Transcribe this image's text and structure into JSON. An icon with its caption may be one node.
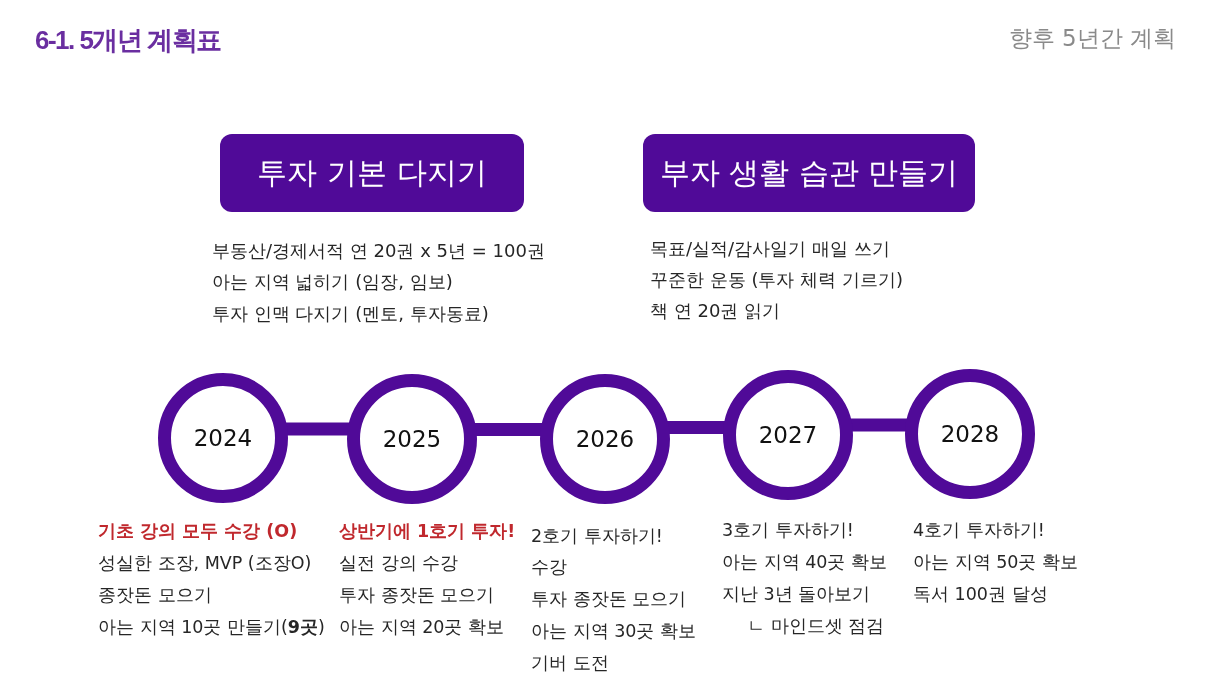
{
  "diagram": {
    "title": "6-1. 5개년 계획표",
    "nodes": [
      {
        "text": [
          "투자 기본 다지기"
        ],
        "beside": [
          "부동산/경제서적 연 20권 x 5년 = 100권",
          "아는 지역 넓히기 (임장, 임보)",
          "투자 인맥 다지기 (멘토, 투자동료)"
        ]
      },
      {
        "text": [
          "부자 생활 습관 만들기"
        ],
        "beside": [
          "목표/실적/감사일기 매일 쓰기",
          "꾸준한 운동 (투자 체력 기르기)",
          "책 연 20권 읽기"
        ]
      },
      {
        "text": [
          "2024"
        ],
        "beside": [
          "기초 강의 모두 수강 (O)",
          "성실한 조장, MVP (조장O)",
          "종잣돈 모으기",
          "아는 지역 10곳 만들기(**9곳**)"
        ]
      },
      {
        "text": [
          "2025"
        ],
        "beside": [
          "상반기에 1호기 투자!",
          "실전 강의 수강",
          "투자 종잣돈 모으기",
          "아는 지역 20곳 확보"
        ]
      },
      {
        "text": [
          "2026"
        ],
        "beside": [
          "2호기 투자하기!",
          "수강",
          "투자 종잣돈 모으기",
          "아는 지역 30곳 확보",
          "기버 도전"
        ]
      },
      {
        "text": [
          "2027"
        ],
        "beside": [
          "3호기 투자하기!",
          "아는 지역 40곳 확보",
          "지난 3년 돌아보기",
          "ㄴ 마인드셋 점검"
        ]
      },
      {
        "text": [
          "2028"
        ],
        "beside": [
          "4호기 투자하기!",
          "아는 지역 50곳 확보",
          "독서 100권 달성"
        ]
      }
    ],
    "edges": [
      {
        "from": 2,
        "to": 3,
        "arrow": "none"
      },
      {
        "from": 3,
        "to": 4,
        "arrow": "none"
      },
      {
        "from": 4,
        "to": 5,
        "arrow": "none"
      },
      {
        "from": 5,
        "to": 6,
        "arrow": "none"
      }
    ],
    "labels": [
      "향후 5년간 계획"
    ]
  }
}
